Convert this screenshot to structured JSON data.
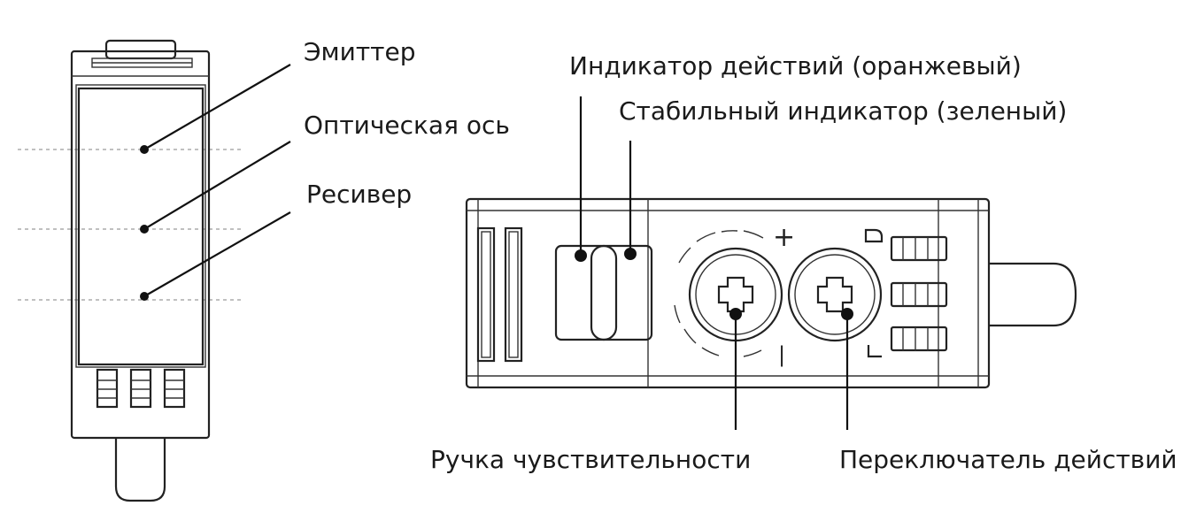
{
  "labels": {
    "emitter": "Эмиттер",
    "optical_axis": "Оптическая ось",
    "receiver": "Ресивер",
    "operation_indicator": "Индикатор действий (оранжевый)",
    "stability_indicator": "Стабильный индикатор (зеленый)",
    "sensitivity_knob": "Ручка чувствительности",
    "operation_switch": "Переключатель действий"
  },
  "symbols": {
    "plus": "+",
    "minus": "|"
  },
  "colors": {
    "line": "#222222",
    "text": "#1a1a1a",
    "dashed_axis": "#9a9a9a"
  }
}
